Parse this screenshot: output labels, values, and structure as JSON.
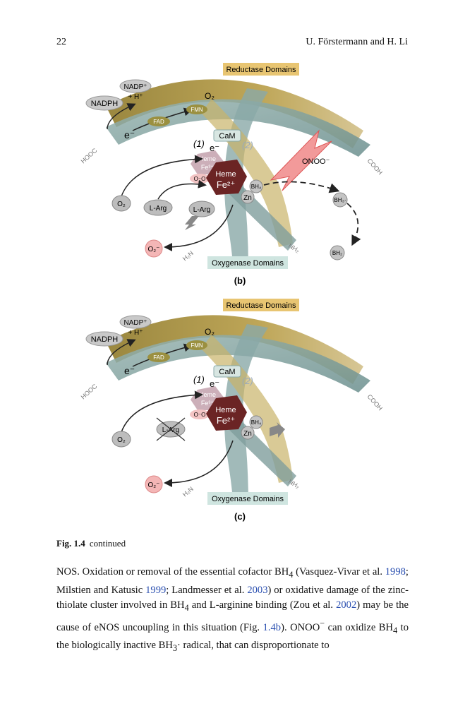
{
  "header": {
    "page_number": "22",
    "authors": "U. Förstermann and H. Li"
  },
  "panel_b": {
    "panel_label": "(b)",
    "reductase_label": "Reductase Domains",
    "oxygenase_label": "Oxygenase Domains",
    "nadph": "NADPH",
    "nadp": "NADP⁺",
    "h_plus": "+ H⁺",
    "electron": "e⁻",
    "o2": "O₂",
    "fad": "FAD",
    "fmn": "FMN",
    "cam": "CaM",
    "step1": "(1)",
    "step2": "(2)",
    "heme_top": "Heme",
    "fe_top": "Fe³⁺",
    "heme": "Heme",
    "fe": "Fe²⁺",
    "o_o": "O⁻O",
    "bh4": "BH₄",
    "zn": "Zn",
    "onoo": "ONOO⁻",
    "bh3": "BH₃·",
    "bh2": "BH₂",
    "o2_left": "O₂",
    "larg1": "L-Arg",
    "larg2": "L-Arg",
    "superoxide": "O₂⁻",
    "hooc": "HOOC",
    "cooh": "COOH",
    "nh2": "NH₂",
    "h2n": "H₂N"
  },
  "panel_c": {
    "panel_label": "(c)",
    "reductase_label": "Reductase Domains",
    "oxygenase_label": "Oxygenase Domains",
    "nadph": "NADPH",
    "nadp": "NADP⁺",
    "h_plus": "+ H⁺",
    "electron": "e⁻",
    "o2": "O₂",
    "fad": "FAD",
    "fmn": "FMN",
    "cam": "CaM",
    "step1": "(1)",
    "step2": "(2)",
    "heme_top": "Heme",
    "fe_top": "Fe³⁺",
    "heme": "Heme",
    "fe": "Fe²⁺",
    "o_o": "O⁻O",
    "bh4": "BH₄",
    "zn": "Zn",
    "o2_left": "O₂",
    "larg": "L-Arg",
    "superoxide": "O₂⁻",
    "hooc": "HOOC",
    "cooh": "COOH",
    "nh2": "NH₂",
    "h2n": "H₂N"
  },
  "caption": {
    "label": "Fig. 1.4",
    "text": "continued"
  },
  "body": {
    "t1": "NOS. Oxidation or removal of the essential cofactor BH",
    "s1": "4",
    "t2": " (Vasquez-Vivar et al. ",
    "y1": "1998",
    "t3": "; Milstien and Katusic ",
    "y2": "1999",
    "t4": "; Landmesser et al. ",
    "y3": "2003",
    "t5": ") or oxidative damage of the zinc-thiolate cluster involved in BH",
    "s2": "4",
    "t6": " and L-arginine binding (Zou et al. ",
    "y4": "2002",
    "t7": ") may be the cause of eNOS uncoupling in this situation (Fig. ",
    "f1": "1.4b",
    "t8": "). ONOO",
    "sup1": "−",
    "t9": " can oxidize BH",
    "s3": "4",
    "t10": " to the biologically inactive BH",
    "s4": "3",
    "t11": "· radical, that can disproportionate to"
  }
}
